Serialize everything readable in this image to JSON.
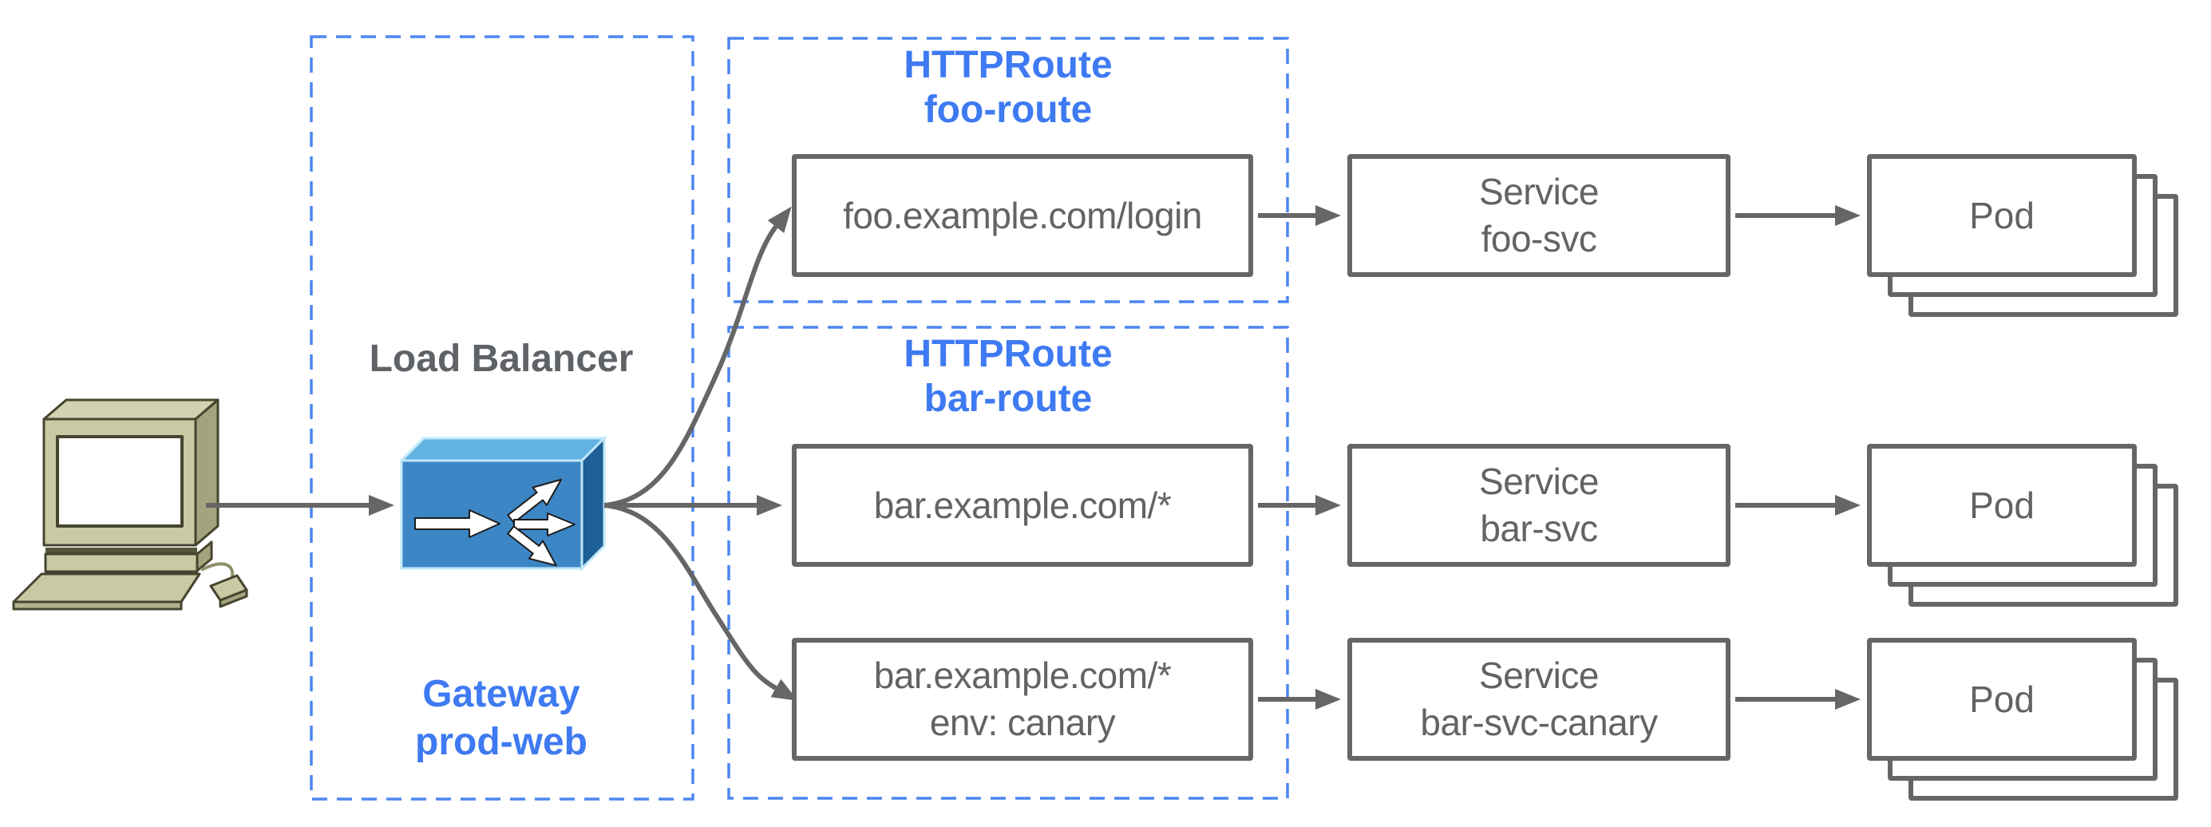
{
  "client": {
    "icon": "desktop-computer-icon"
  },
  "load_balancer": {
    "label": "Load Balancer",
    "icon": "load-balancer-icon"
  },
  "gateway": {
    "kind": "Gateway",
    "name": "prod-web"
  },
  "route_groups": [
    {
      "kind": "HTTPRoute",
      "name": "foo-route"
    },
    {
      "kind": "HTTPRoute",
      "name": "bar-route"
    }
  ],
  "rows": [
    {
      "match": "foo.example.com/login",
      "service_kind": "Service",
      "service_name": "foo-svc",
      "pod": "Pod"
    },
    {
      "match": "bar.example.com/*",
      "service_kind": "Service",
      "service_name": "bar-svc",
      "pod": "Pod"
    },
    {
      "match": "bar.example.com/*",
      "match_meta": "env: canary",
      "service_kind": "Service",
      "service_name": "bar-svc-canary",
      "pod": "Pod"
    }
  ],
  "colors": {
    "dash_blue": "#4c86f0",
    "label_blue": "#3e7af2",
    "gray_border": "#666666",
    "gray_text": "#5f6368",
    "lb_front": "#3c86c6",
    "lb_top": "#62b2e2",
    "lb_side": "#1d5f96",
    "computer_body": "#c9c9a4",
    "computer_shade": "#a3a37e"
  }
}
